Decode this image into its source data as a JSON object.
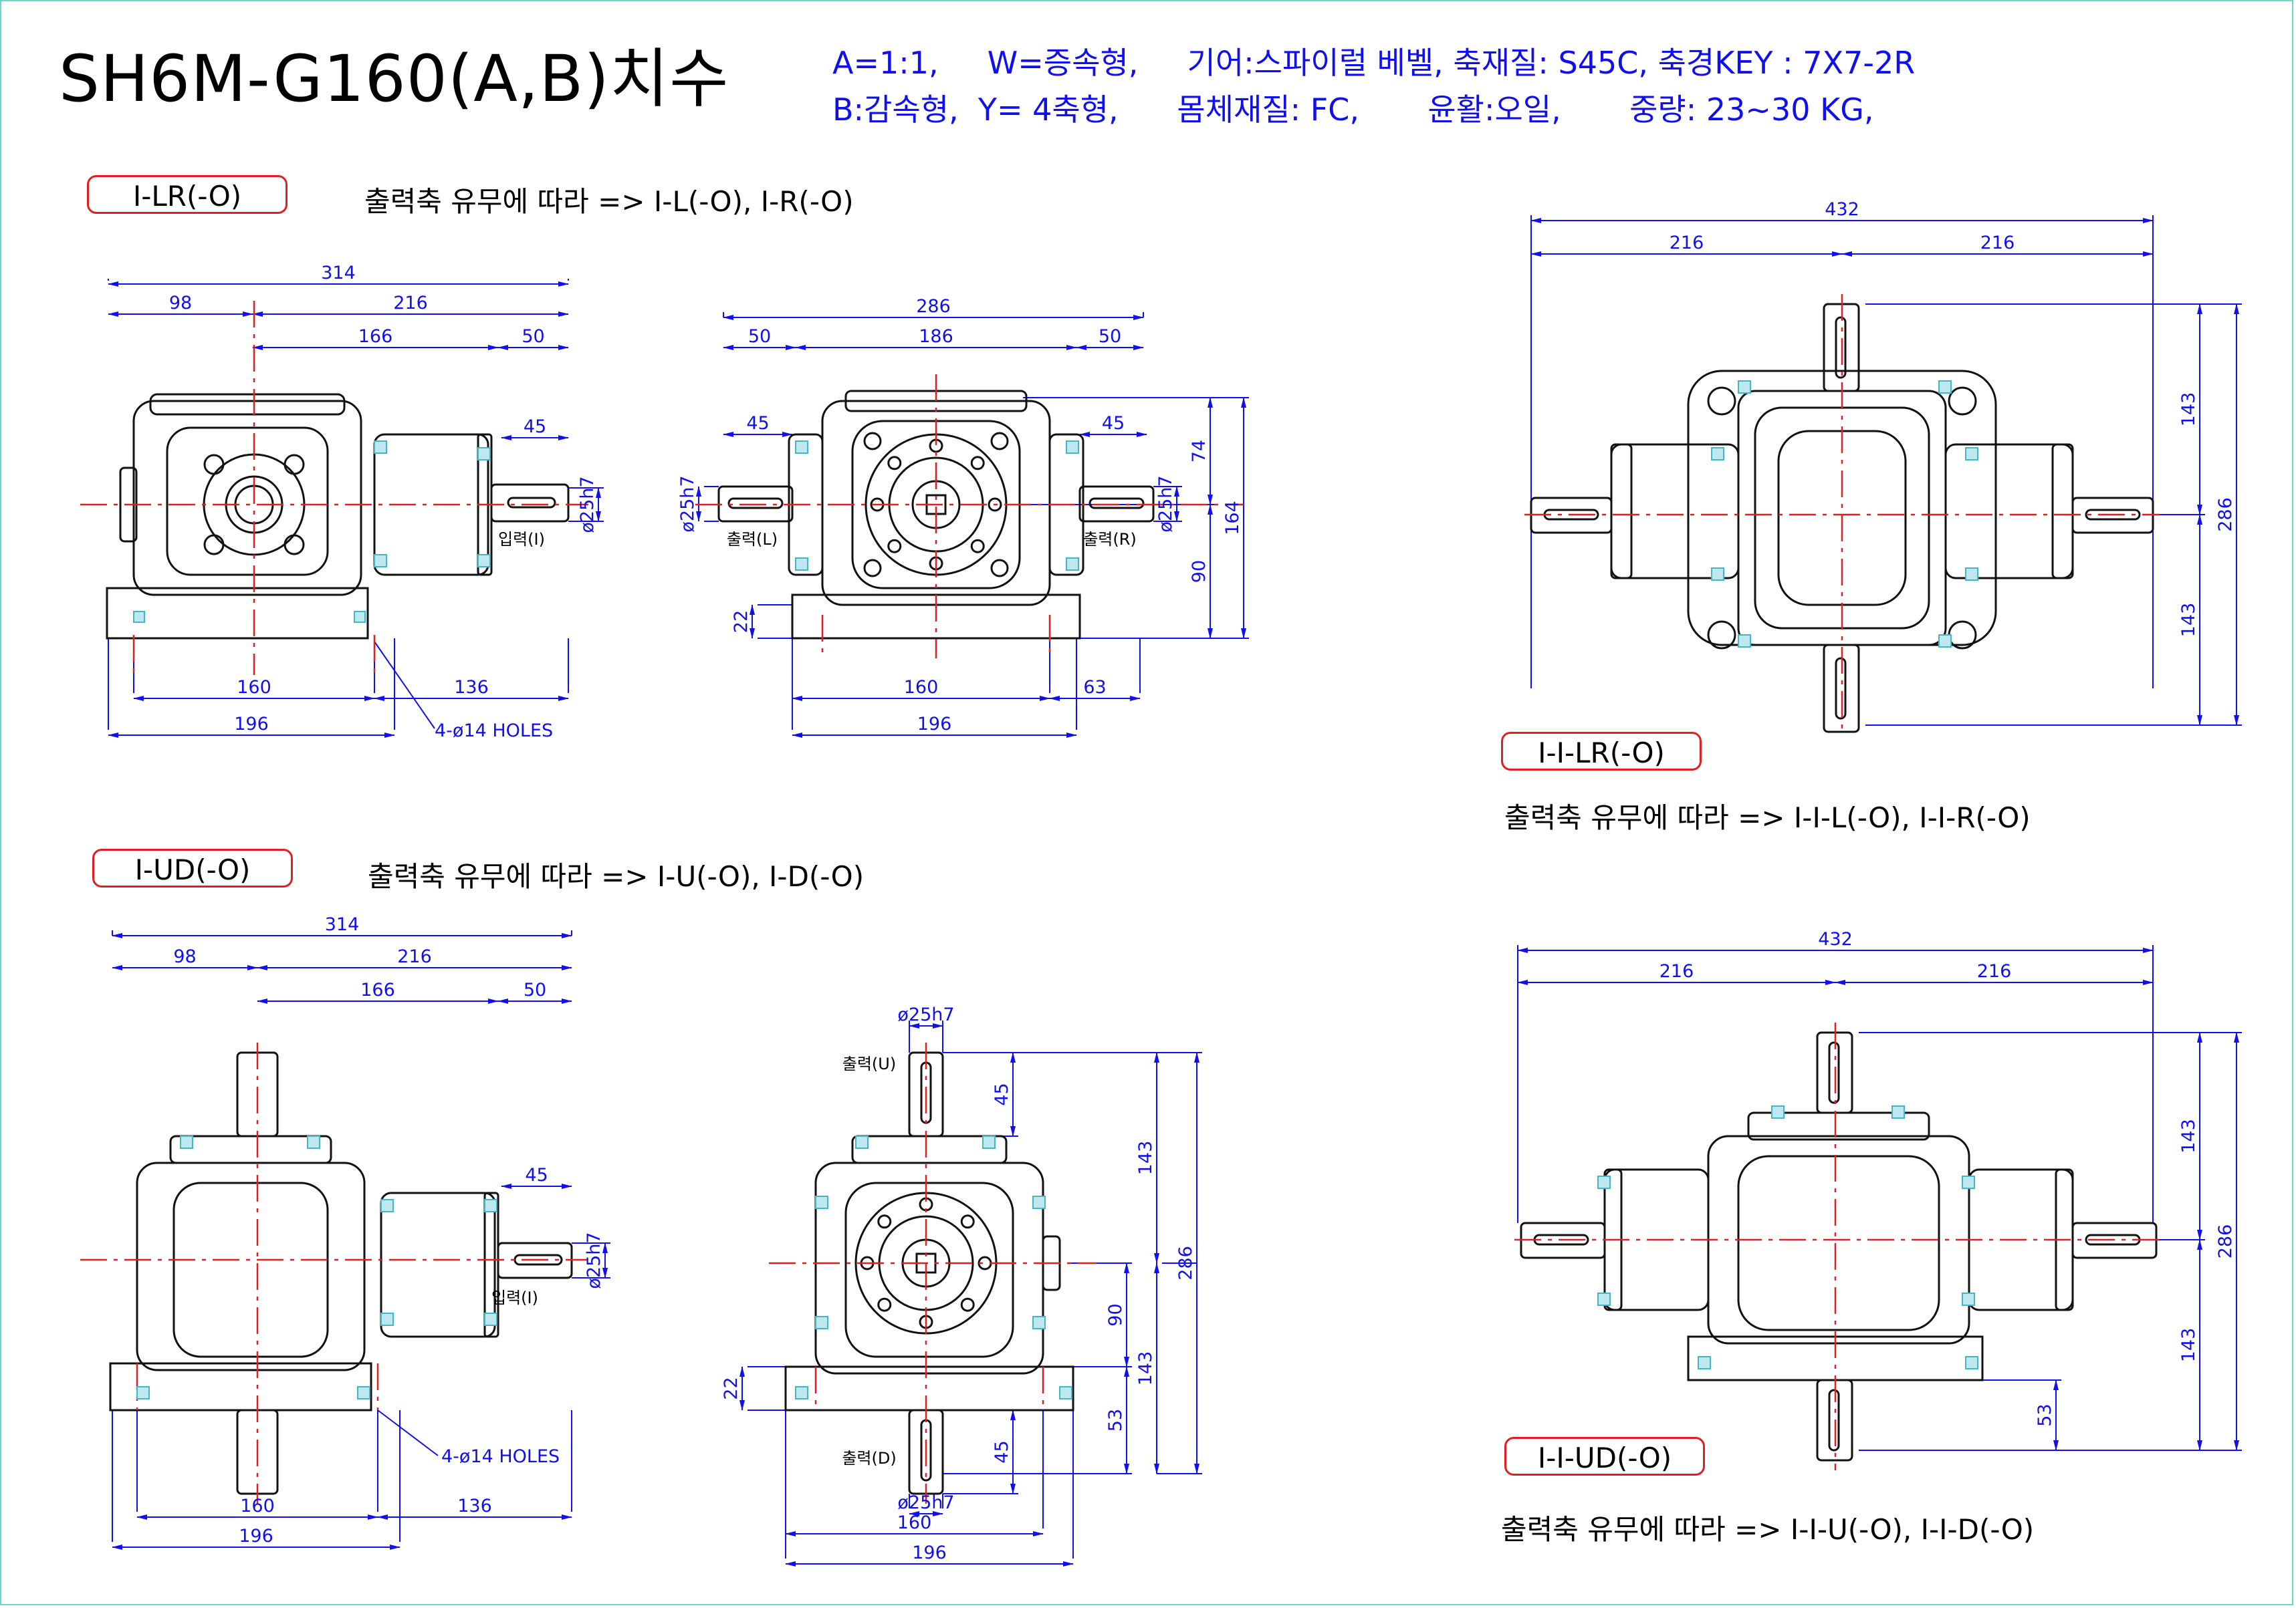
{
  "title": "SH6M-G160(A,B)치수",
  "specs": {
    "line1": "A=1:1,     W=증속형,     기어:스파이럴 베벨, 축재질: S45C, 축경KEY : 7X7-2R",
    "line2": "B:감속형,  Y= 4축형,      몸체재질: FC,       윤활:오일,       중량: 23~30 KG,"
  },
  "views": {
    "lr": {
      "tag": "I-LR(-O)",
      "note": "출력축 유무에 따라 => I-L(-O), I-R(-O)"
    },
    "ilr": {
      "tag": "I-I-LR(-O)",
      "note": "출력축 유무에 따라 => I-I-L(-O), I-I-R(-O)"
    },
    "ud": {
      "tag": "I-UD(-O)",
      "note": "출력축 유무에 따라 => I-U(-O), I-D(-O)"
    },
    "iud": {
      "tag": "I-I-UD(-O)",
      "note": "출력축 유무에 따라 => I-I-U(-O), I-I-D(-O)"
    }
  },
  "dims": {
    "d314": "314",
    "d98": "98",
    "d216": "216",
    "d166": "166",
    "d50": "50",
    "d45": "45",
    "d25h7": "ø25h7",
    "d160": "160",
    "d136": "136",
    "d196": "196",
    "holes": "4-ø14 HOLES",
    "d286": "286",
    "d186": "186",
    "d74": "74",
    "d164": "164",
    "d90": "90",
    "d22": "22",
    "d63": "63",
    "d432": "432",
    "d143": "143",
    "d53": "53"
  },
  "labels": {
    "input": "입력(I)",
    "outL": "출력(L)",
    "outR": "출력(R)",
    "outU": "출력(U)",
    "outD": "출력(D)"
  },
  "colors": {
    "dimension": "#1010ee",
    "center": "#e02020",
    "body": "#000000",
    "bolt": "#40b8c8",
    "frame": "#6fd6c8"
  }
}
